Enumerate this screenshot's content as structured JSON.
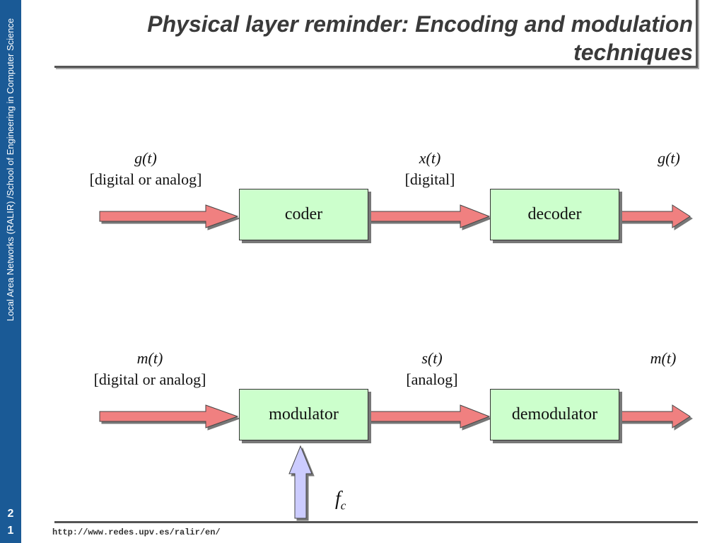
{
  "sidebar": {
    "text": "Local Area Networks (RALIR) /School of Engineering in Computer Science",
    "page_digits": [
      "2",
      "1"
    ]
  },
  "title": {
    "line1": "Physical layer reminder: Encoding and modulation",
    "line2": "techniques"
  },
  "row1": {
    "input_signal": "g(t)",
    "input_type": "[digital or analog]",
    "mid_signal": "x(t)",
    "mid_type": "[digital]",
    "output_signal": "g(t)",
    "box_left": "coder",
    "box_right": "decoder"
  },
  "row2": {
    "input_signal": "m(t)",
    "input_type": "[digital or analog]",
    "mid_signal": "s(t)",
    "mid_type": "[analog]",
    "output_signal": "m(t)",
    "box_left": "modulator",
    "box_right": "demodulator"
  },
  "carrier": {
    "symbol": "f",
    "subscript": "c"
  },
  "footer": {
    "url": "http://www.redes.upv.es/ralir/en/"
  },
  "colors": {
    "sidebar": "#1a5a96",
    "box_fill": "#ccffcc",
    "arrow_fill": "#f08080",
    "carrier_arrow_fill": "#ccccff"
  }
}
